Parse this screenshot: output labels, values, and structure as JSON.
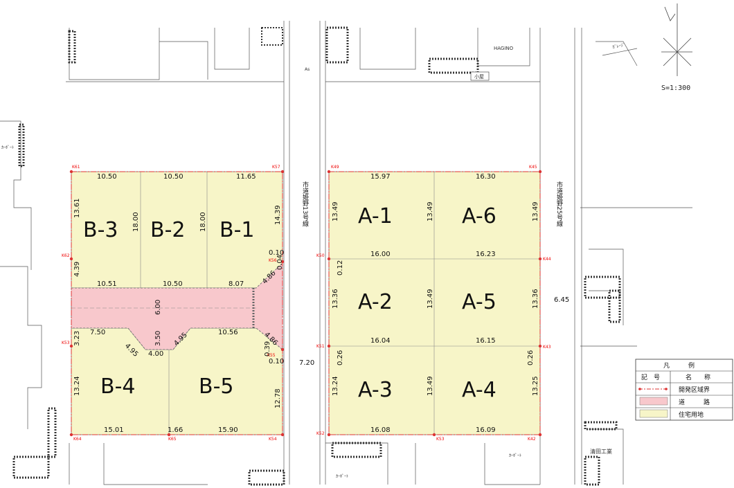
{
  "scale_label": "S=1:300",
  "blocks_b": [
    {
      "id": "B-3",
      "label": "B-3"
    },
    {
      "id": "B-2",
      "label": "B-2"
    },
    {
      "id": "B-1",
      "label": "B-1"
    },
    {
      "id": "B-4",
      "label": "B-4"
    },
    {
      "id": "B-5",
      "label": "B-5"
    }
  ],
  "blocks_a": [
    {
      "id": "A-1",
      "label": "A-1"
    },
    {
      "id": "A-6",
      "label": "A-6"
    },
    {
      "id": "A-2",
      "label": "A-2"
    },
    {
      "id": "A-5",
      "label": "A-5"
    },
    {
      "id": "A-3",
      "label": "A-3"
    },
    {
      "id": "A-4",
      "label": "A-4"
    }
  ],
  "dimensions": {
    "b_top": [
      "10.50",
      "10.50",
      "11.65"
    ],
    "b_mid_top": [
      "10.51",
      "10.50",
      "8.07"
    ],
    "b_road_bottom": [
      "7.50",
      "10.56"
    ],
    "b_bottom": [
      "15.01",
      "1.66",
      "15.90"
    ],
    "b_left_v": [
      "13.61",
      "4.39",
      "3.23",
      "13.24"
    ],
    "b_inner_v": [
      "18.00",
      "18.00",
      "6.00",
      "3.50"
    ],
    "b_right_v": [
      "14.39",
      "0.10",
      "0.04",
      "4.86",
      "4.86",
      "0.39",
      "0.10",
      "12.78"
    ],
    "b_diag": [
      "4.95",
      "4.95",
      "4.00"
    ],
    "a_top": [
      "15.97",
      "16.30"
    ],
    "a_row2": [
      "16.00",
      "16.23"
    ],
    "a_row3": [
      "16.04",
      "16.15"
    ],
    "a_bottom": [
      "16.08",
      "16.09"
    ],
    "a_left_v": [
      "13.49",
      "0.12",
      "13.36",
      "0.26",
      "13.24"
    ],
    "a_mid_v": [
      "13.49",
      "13.49",
      "13.49"
    ],
    "a_right_v": [
      "13.49",
      "13.36",
      "0.26",
      "13.25"
    ],
    "road_width": "7.20",
    "east_width": "6.45"
  },
  "markers": [
    "K61",
    "K57",
    "K49",
    "K45",
    "K62",
    "K56",
    "K50",
    "K44",
    "K53",
    "K55",
    "K51",
    "K43",
    "K64",
    "K65",
    "K54",
    "K52",
    "K53",
    "K42"
  ],
  "street_labels": {
    "west": "市道姫野13号線",
    "east": "市道姫野25号線"
  },
  "building_labels": {
    "hagino": "HAGINO",
    "koya": "小屋",
    "kiyota": "清田工業",
    "carport1": "ｶｰﾎﾟｰﾄ",
    "carport2": "ｶｰﾎﾟｰﾄ",
    "carport3": "ｶｰﾎﾟｰﾄ",
    "garage": "ｶﾞﾚｰｼﾞ",
    "as": "As"
  },
  "legend": {
    "title": "凡　　　例",
    "col1": "記　号",
    "col2": "名　　称",
    "rows": [
      {
        "name": "開発区域界",
        "swatch": "#dd3333"
      },
      {
        "name": "道　　　路",
        "swatch": "#f8c8cc"
      },
      {
        "name": "住宅用地",
        "swatch": "#f7f5c8"
      }
    ]
  },
  "colors": {
    "lot_fill": "#f7f5c8",
    "road_fill": "#f8c8cc",
    "boundary": "#dd3333"
  }
}
